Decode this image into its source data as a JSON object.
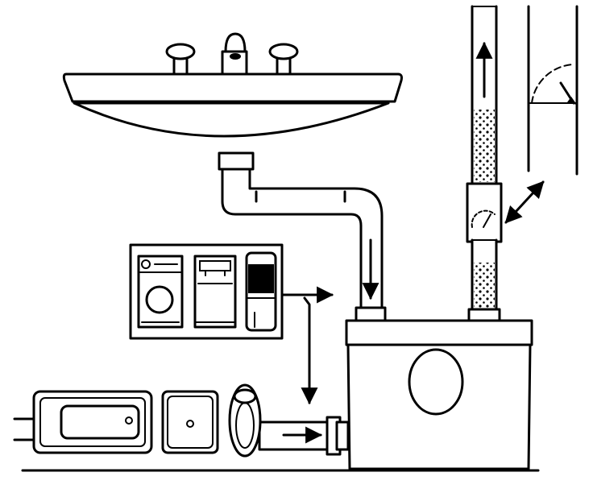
{
  "diagram": {
    "colors": {
      "ink": "#000000",
      "paper": "#ffffff"
    },
    "components": [
      "wash-basin",
      "basin-drain-pipe",
      "appliance-panel",
      "washing-machine",
      "dishwasher",
      "water-heater",
      "bathtub",
      "shower-tray",
      "toilet",
      "macerator-pump-unit",
      "discharge-pipe",
      "wall-outlet-pipe"
    ],
    "flow_arrows": [
      "basin-to-pump",
      "appliances-to-pump",
      "appliances-down-to-inlet",
      "fixtures-to-pump",
      "pump-up-discharge",
      "discharge-to-wall"
    ]
  }
}
